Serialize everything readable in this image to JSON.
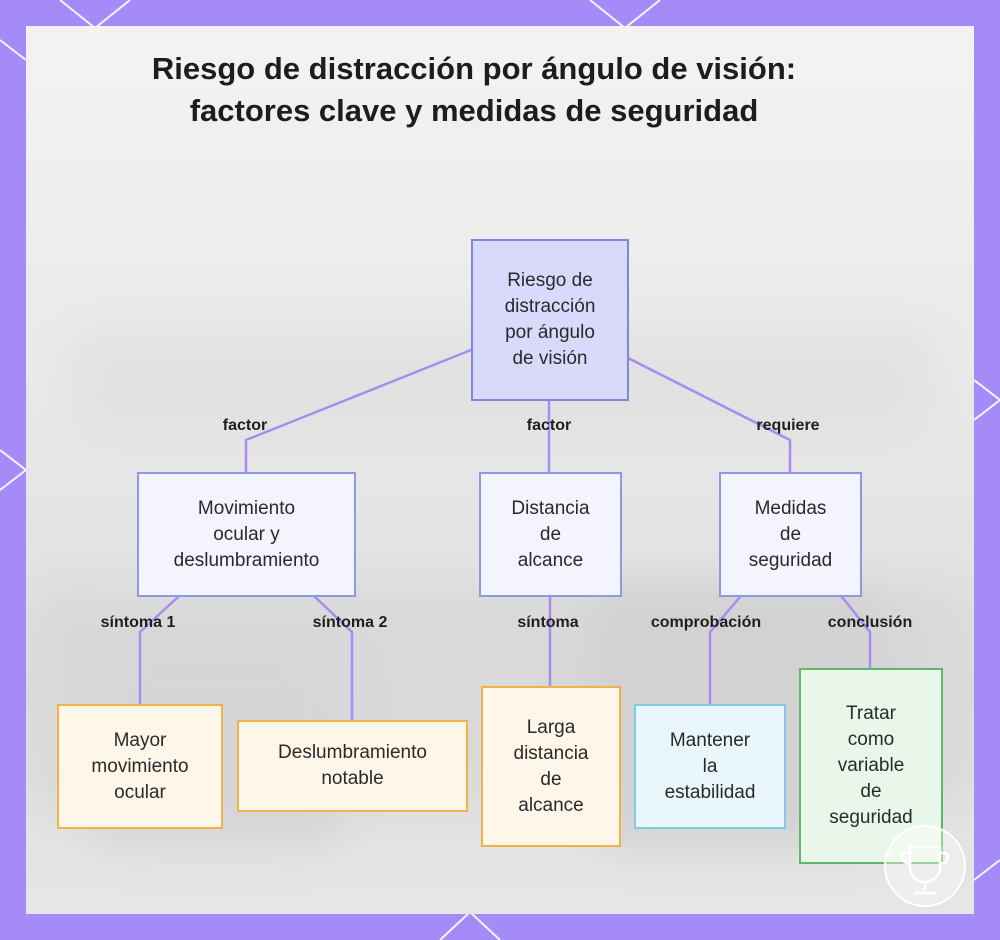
{
  "title": "Riesgo de distracción por ángulo de visión: factores clave y medidas de seguridad",
  "nodes": {
    "root": {
      "lines": [
        "Riesgo de",
        "distracción",
        "por ángulo",
        "de visión"
      ]
    },
    "movimiento": {
      "lines": [
        "Movimiento",
        "ocular y",
        "deslumbramiento"
      ]
    },
    "distancia": {
      "lines": [
        "Distancia",
        "de",
        "alcance"
      ]
    },
    "medidas": {
      "lines": [
        "Medidas",
        "de",
        "seguridad"
      ]
    },
    "mayor": {
      "lines": [
        "Mayor",
        "movimiento",
        "ocular"
      ]
    },
    "deslumbramiento": {
      "lines": [
        "Deslumbramiento",
        "notable"
      ]
    },
    "larga": {
      "lines": [
        "Larga",
        "distancia",
        "de",
        "alcance"
      ]
    },
    "mantener": {
      "lines": [
        "Mantener",
        "la",
        "estabilidad"
      ]
    },
    "tratar": {
      "lines": [
        "Tratar",
        "como",
        "variable",
        "de",
        "seguridad"
      ]
    }
  },
  "edges": {
    "factor1": "factor",
    "factor2": "factor",
    "requiere": "requiere",
    "sintoma1": "síntoma 1",
    "sintoma2": "síntoma 2",
    "sintoma": "síntoma",
    "comprobacion": "comprobación",
    "conclusion": "conclusión"
  },
  "colors": {
    "frame": "#a58bf7",
    "connector": "#a98cf0",
    "root_fill": "#d8d9fb",
    "mid_fill": "#f3f4fe",
    "leaf_orange": "#f1b24a",
    "leaf_cyan": "#7fcbe6",
    "leaf_green": "#5fb868"
  }
}
